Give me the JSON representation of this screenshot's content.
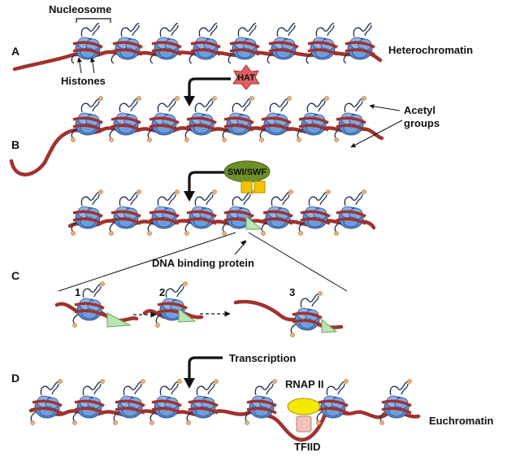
{
  "rows": {
    "a": {
      "letter": "A",
      "state": "Heterochromatin"
    },
    "b": {
      "letter": "B",
      "acetyl_label": "Acetyl\ngroups"
    },
    "c": {
      "letter": "C",
      "dna_binding_protein": "DNA binding protein",
      "steps": [
        "1",
        "2",
        "3"
      ]
    },
    "d": {
      "letter": "D",
      "state": "Euchromatin",
      "rnap": "RNAP II",
      "tfiid": "TFIID"
    }
  },
  "labels": {
    "nucleosome": "Nucleosome",
    "histones": "Histones"
  },
  "enzymes": {
    "hat": "HAT",
    "swi_swf": "SWI/SWF"
  },
  "process": {
    "transcription": "Transcription"
  },
  "colors": {
    "dna": "#a0322e",
    "histone": "#5a8fd4",
    "histone_dark": "#2c4f8a",
    "tail": "#1e2d4f",
    "acetyl": "#e9b07a",
    "hat": "#e06060",
    "swi_swf": "#6f8f28",
    "swi_subunit": "#f2c400",
    "dna_binding": "#b8e6b0",
    "rnap": "#f5e800",
    "tfiid": "#f4c2b8"
  }
}
